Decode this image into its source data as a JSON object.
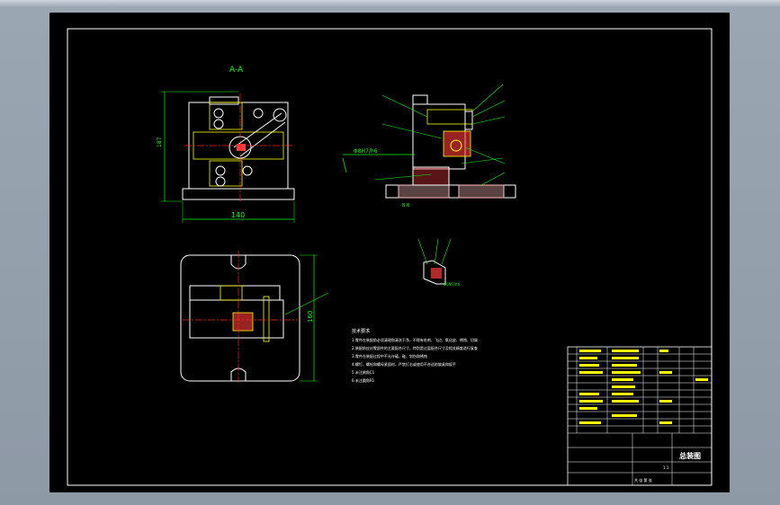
{
  "drawing": {
    "section_label": "A-A",
    "dim_width": "140",
    "dim_height_front": "187",
    "dim_height_plan": "160",
    "side_section_label": "B-B",
    "side_fit_note": "Φ8H7/h6",
    "detail_note": "Φ5M7/h6",
    "tech_requirements": {
      "title": "技术要求",
      "lines": [
        "1.零件在装配前必须清理和清洗干净，不得有毛刺、飞边、氧化皮、锈蚀、切屑",
        "2.装配前应对零部件的主要配合尺寸，特别是过盈配合尺寸及相关精度进行复查",
        "3.零件在装配过程中不允许磕、碰、划伤和锈蚀",
        "4.螺钉、螺栓和螺母紧固时，严禁打击或使用不合适的旋具和扳手",
        "5.未注倒角C1",
        "6.未注圆角R1"
      ]
    },
    "title_block": {
      "drawing_title": "总装图",
      "scale": "1:1",
      "sheet": "共 张 第 张"
    }
  },
  "colors": {
    "background": "#000000",
    "outline": "#ffffff",
    "centerline": "#ff2020",
    "hidden": "#ffff00",
    "dimension": "#00ff00",
    "hatch": "#ffbfbf",
    "fill_red": "#ff3b3b"
  }
}
